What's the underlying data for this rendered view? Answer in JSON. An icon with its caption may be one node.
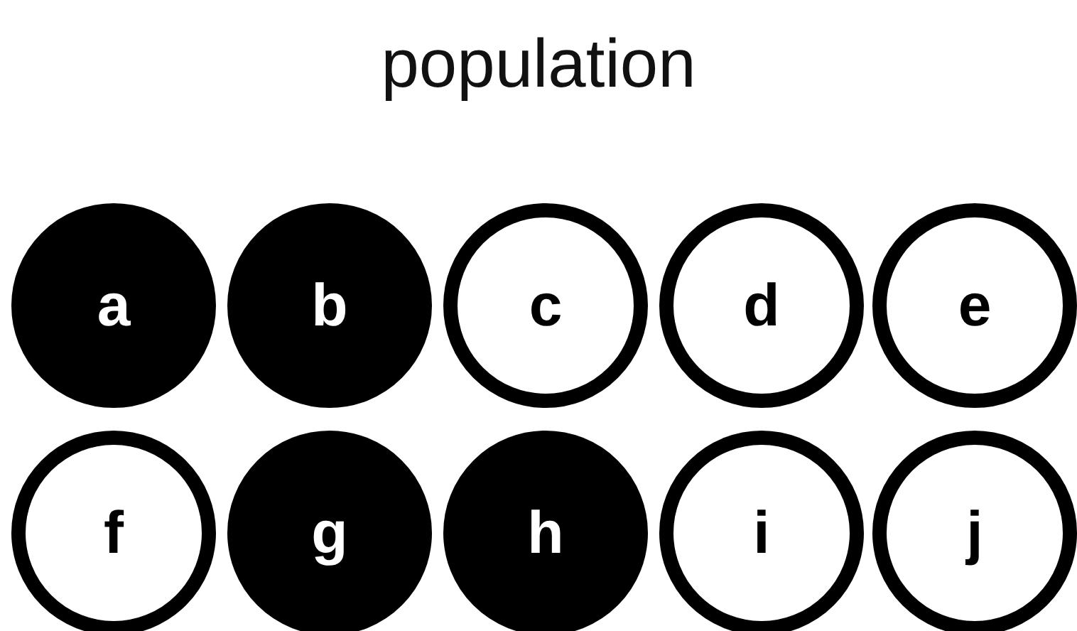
{
  "diagram": {
    "title": "population",
    "nodes": [
      {
        "text": [
          "a"
        ]
      },
      {
        "text": [
          "b"
        ]
      },
      {
        "text": [
          "c"
        ]
      },
      {
        "text": [
          "d"
        ]
      },
      {
        "text": [
          "e"
        ]
      },
      {
        "text": [
          "f"
        ]
      },
      {
        "text": [
          "g"
        ]
      },
      {
        "text": [
          "h"
        ]
      },
      {
        "text": [
          "i"
        ]
      },
      {
        "text": [
          "j"
        ]
      }
    ],
    "edges": []
  }
}
